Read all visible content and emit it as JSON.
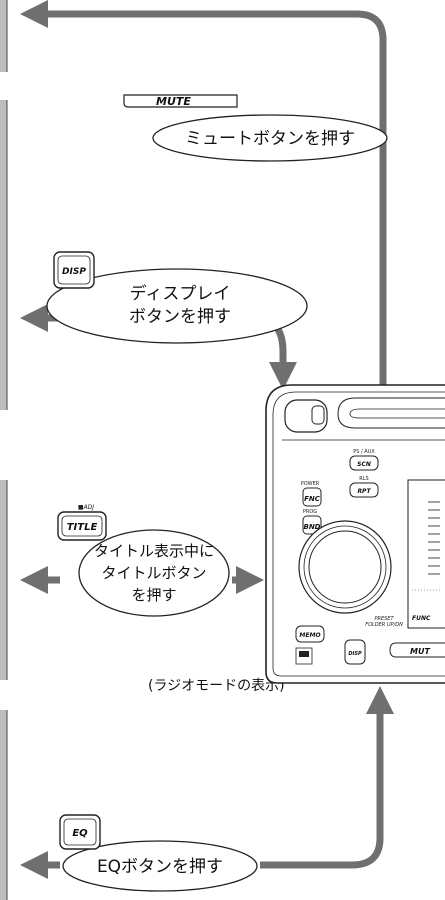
{
  "buttons": {
    "mute": "MUTE",
    "disp": "DISP",
    "title": "TITLE",
    "title_sub": "■ADJ",
    "eq": "EQ"
  },
  "bubbles": {
    "mute": "ミュートボタンを押す",
    "disp_line1": "ディスプレイ",
    "disp_line2": "ボタンを押す",
    "title_line1": "タイトル表示中に",
    "title_line2": "タイトルボタン",
    "title_line3": "を押す",
    "eq": "EQボタンを押す"
  },
  "caption": "(ラジオモードの表示)",
  "unit": {
    "power": "POWER",
    "fnc": "FNC",
    "prog": "PROG",
    "bnd": "BND",
    "scn_top": "PS / AUX",
    "scn": "SCN",
    "rpt_top": "RLS",
    "rpt": "RPT",
    "memo": "MEMO",
    "disp": "DISP",
    "preset_line1": "PRESET",
    "preset_line2": "FOLDER UP/DN",
    "func": "FUNC",
    "mute": "MUT"
  },
  "colors": {
    "arrow": "#6f6f6f",
    "line": "#222222",
    "side_panel": "#bdbdbd"
  }
}
